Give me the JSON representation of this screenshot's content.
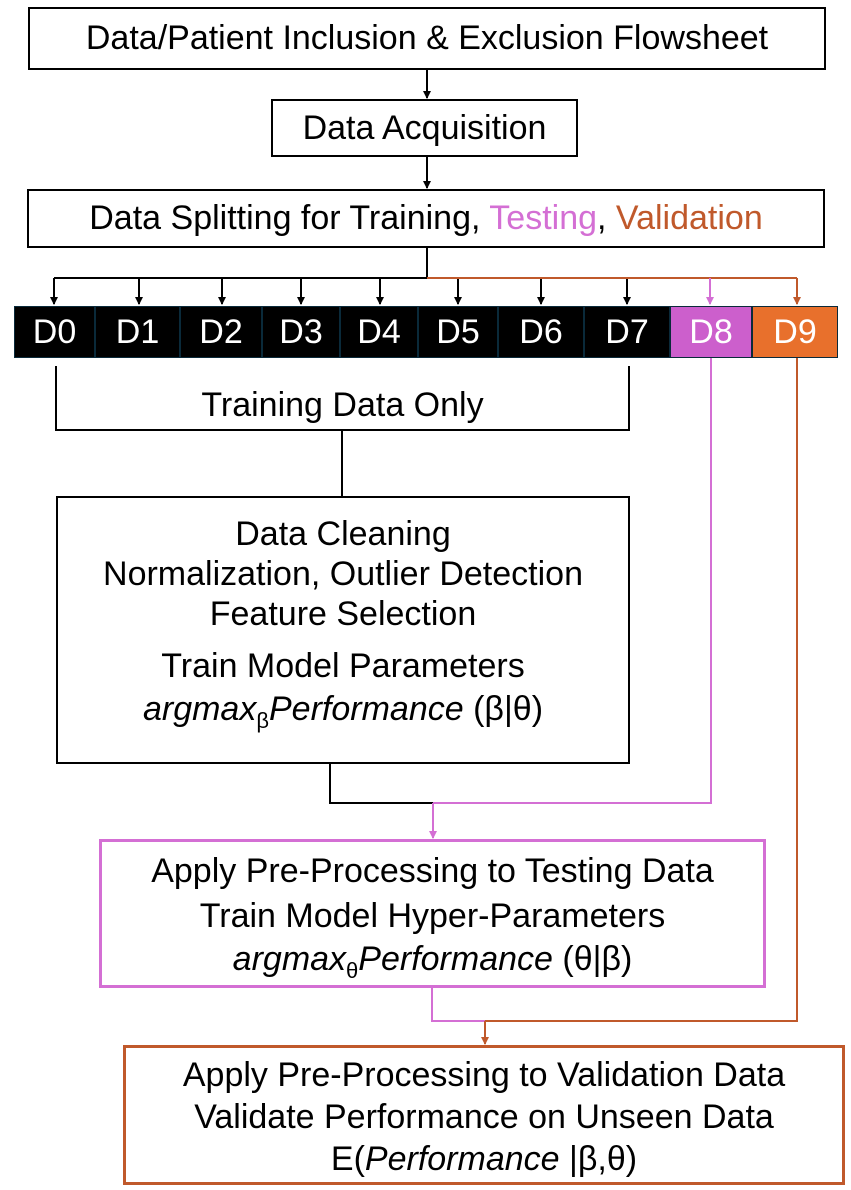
{
  "boxes": {
    "flowsheet": "Data/Patient Inclusion & Exclusion Flowsheet",
    "acquisition": "Data Acquisition",
    "splitting": {
      "prefix": "Data Splitting for Training, ",
      "testing": "Testing",
      "comma": ", ",
      "validation": "Validation"
    }
  },
  "folds": [
    "D0",
    "D1",
    "D2",
    "D3",
    "D4",
    "D5",
    "D6",
    "D7",
    "D8",
    "D9"
  ],
  "training_label": "Training Data Only",
  "training_box": {
    "line1": "Data Cleaning",
    "line2": "Normalization, Outlier Detection",
    "line3": "Feature Selection",
    "line4": "Train Model Parameters",
    "line5": {
      "fn": "argmax",
      "sub": "β",
      "perf": "Performance",
      "args": " (β|θ)"
    }
  },
  "testing_box": {
    "line1": "Apply Pre-Processing to Testing Data",
    "line2": "Train Model Hyper-Parameters",
    "line3": {
      "fn": "argmax",
      "sub": "θ",
      "perf": "Performance",
      "args": " (θ|β)"
    }
  },
  "validation_box": {
    "line1": "Apply Pre-Processing to Validation Data",
    "line2": "Validate Performance on Unseen Data",
    "line3": {
      "pre": "E(",
      "perf": "Performance",
      "args": " |β,θ)"
    }
  },
  "colors": {
    "testing": "#d46fd4",
    "validation": "#c0592b",
    "d8_fill": "#cc5fcc",
    "d9_fill": "#e8702c"
  }
}
